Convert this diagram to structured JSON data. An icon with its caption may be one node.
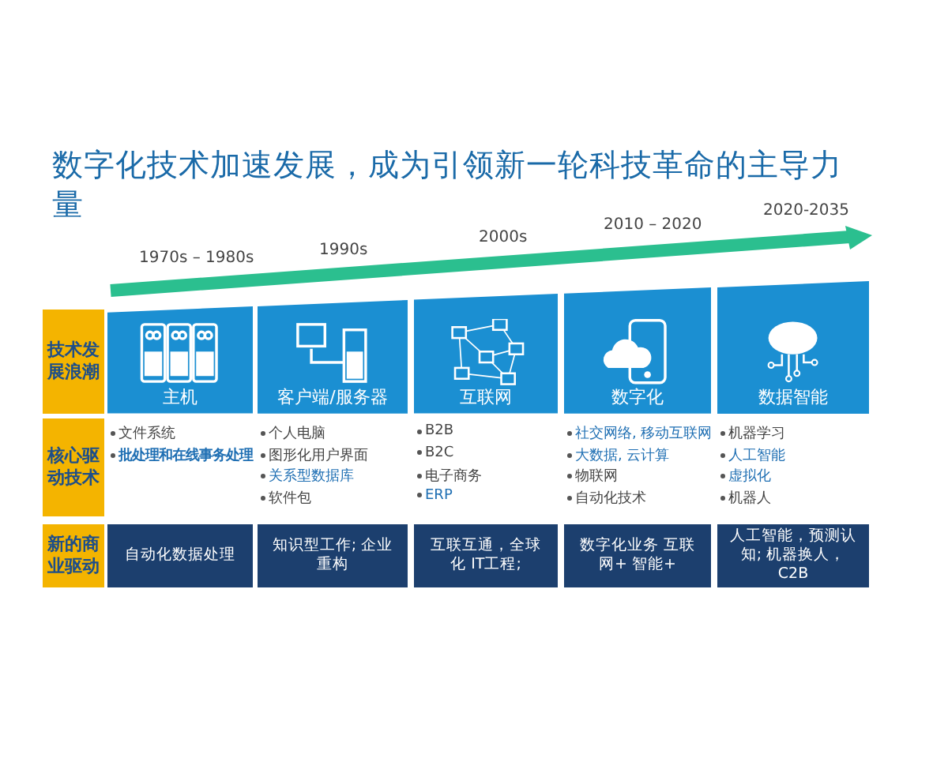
{
  "diagram": {
    "title": "数字化技术加速发展，成为引领新一轮科技革命的主导力量",
    "nodes": [
      {
        "text": [
          "技术发展浪潮"
        ]
      },
      {
        "text": [
          "主机"
        ]
      },
      {
        "text": [
          "客户端/服务器"
        ]
      },
      {
        "text": [
          "互联网"
        ]
      },
      {
        "text": [
          "数字化"
        ]
      },
      {
        "text": [
          "数据智能"
        ]
      },
      {
        "text": [
          "核心驱动技术"
        ]
      },
      {
        "text": [
          "新的商业驱动"
        ]
      },
      {
        "text": [
          "自动化数据处理"
        ]
      },
      {
        "text": [
          "知识型工作; 企业重构"
        ]
      },
      {
        "text": [
          "互联互通，全球化 IT工程;"
        ]
      },
      {
        "text": [
          "数字化业务 互联网+ 智能+"
        ]
      },
      {
        "text": [
          "人工智能，预测认知; 机器换人，C2B"
        ]
      }
    ],
    "labels": [
      "1970s – 1980s",
      "1990s",
      "2000s",
      "2010 – 2020",
      "2020-2035",
      "文件系统",
      "批处理和在线事务处理",
      "个人电脑",
      "图形化用户界面",
      "关系型数据库",
      "软件包",
      "B2B",
      "B2C",
      "电子商务",
      "ERP",
      "社交网络, 移动互联网",
      "大数据, 云计算",
      "物联网",
      "自动化技术",
      "机器学习",
      "人工智能",
      "虚拟化",
      "机器人"
    ]
  }
}
